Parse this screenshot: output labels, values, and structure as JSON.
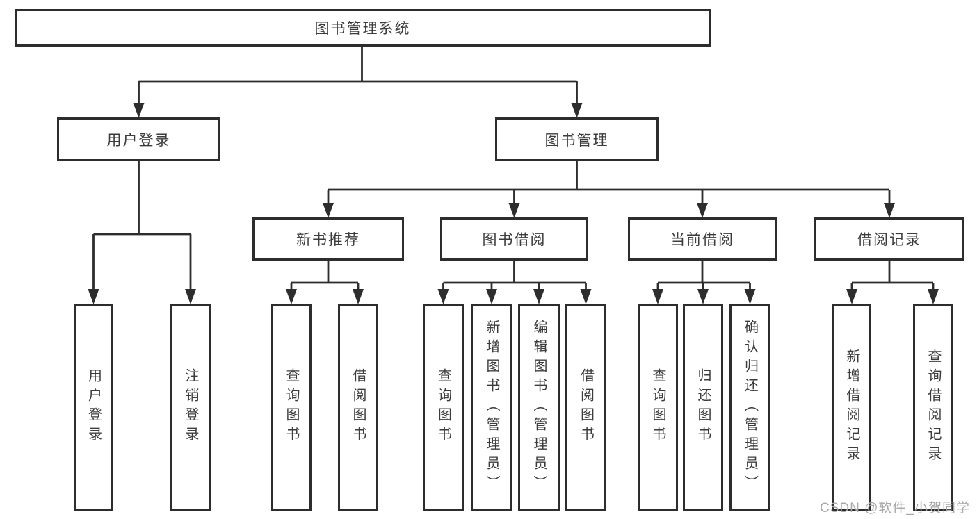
{
  "title": "图书管理系统",
  "colors": {
    "line": "#2d2d2d",
    "box_border": "#2d2d2d",
    "box_fill": "#ffffff",
    "text": "#3c3c3c",
    "watermark": "#a8a8a8",
    "background": "#ffffff"
  },
  "nodes": {
    "root": "图书管理系统",
    "user_login": "用户登录",
    "book_mgmt": "图书管理",
    "new_book_rec": "新书推荐",
    "book_borrow": "图书借阅",
    "current_borrow": "当前借阅",
    "borrow_records": "借阅记录",
    "leaf_user_login": "用户登录",
    "leaf_logout": "注销登录",
    "leaf_rec_query": "查询图书",
    "leaf_rec_borrow": "借阅图书",
    "leaf_bb_query": "查询图书",
    "leaf_bb_add": "新增图书（管理员）",
    "leaf_bb_edit": "编辑图书（管理员）",
    "leaf_bb_borrow": "借阅图书",
    "leaf_cb_query": "查询图书",
    "leaf_cb_return": "归还图书",
    "leaf_cb_confirm": "确认归还（管理员）",
    "leaf_br_add": "新增借阅记录",
    "leaf_br_query": "查询借阅记录"
  },
  "hierarchy": {
    "图书管理系统": {
      "用户登录": [
        "用户登录",
        "注销登录"
      ],
      "图书管理": {
        "新书推荐": [
          "查询图书",
          "借阅图书"
        ],
        "图书借阅": [
          "查询图书",
          "新增图书（管理员）",
          "编辑图书（管理员）",
          "借阅图书"
        ],
        "当前借阅": [
          "查询图书",
          "归还图书",
          "确认归还（管理员）"
        ],
        "借阅记录": [
          "新增借阅记录",
          "查询借阅记录"
        ]
      }
    }
  },
  "watermark": "CSDN @软件_小贺同学"
}
